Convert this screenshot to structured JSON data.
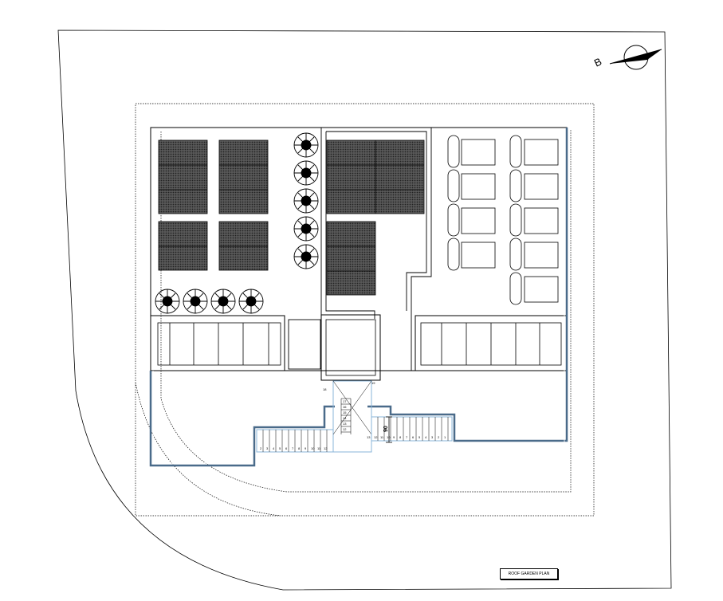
{
  "drawing": {
    "title": "ROOF GARDEN PLAN",
    "north_label": "B",
    "level_label": "90",
    "stair_left_numbers": [
      "2",
      "3",
      "4",
      "5",
      "6",
      "7",
      "8",
      "9",
      "10",
      "11",
      "12"
    ],
    "stair_mid_numbers": [
      "17",
      "16",
      "15",
      "14",
      "13",
      "12"
    ],
    "stair_right_numbers": [
      "13",
      "12",
      "11",
      "10",
      "9",
      "8",
      "7",
      "6",
      "5",
      "4",
      "3",
      "2",
      "1"
    ],
    "stair_small_labels": [
      "18",
      "19"
    ]
  },
  "colors": {
    "line": "#000000",
    "hatch": "#3a3a3a",
    "parapet": "#4a6b8a",
    "step_line": "#89b4d8"
  }
}
